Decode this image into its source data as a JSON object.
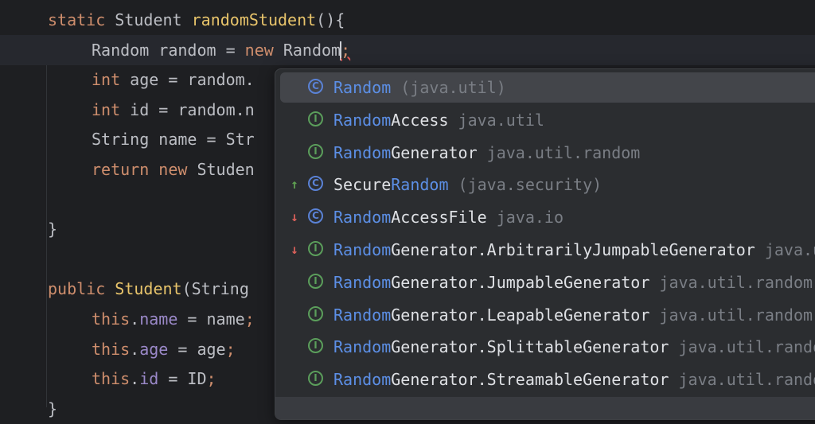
{
  "editor": {
    "lines": [
      {
        "tokens": [
          [
            "kw",
            "static "
          ],
          [
            "plain",
            "Student "
          ],
          [
            "fn",
            "randomStudent"
          ],
          [
            "plain",
            "(){"
          ]
        ]
      },
      {
        "tokens": [
          [
            "plain",
            "Random random = "
          ],
          [
            "kw",
            "new "
          ],
          [
            "plain",
            "Random"
          ]
        ],
        "caret_after": "Random",
        "trailing": ";",
        "current": true
      },
      {
        "tokens": [
          [
            "kw",
            "int "
          ],
          [
            "plain",
            "age = random."
          ]
        ]
      },
      {
        "tokens": [
          [
            "kw",
            "int "
          ],
          [
            "plain",
            "id = random.n"
          ]
        ]
      },
      {
        "tokens": [
          [
            "plain",
            "String name = Str"
          ]
        ]
      },
      {
        "tokens": [
          [
            "kw",
            "return "
          ],
          [
            "kw",
            "new "
          ],
          [
            "plain",
            "Studen"
          ]
        ]
      },
      {
        "tokens": []
      },
      {
        "tokens": [
          [
            "plain",
            "}"
          ]
        ]
      },
      {
        "tokens": []
      },
      {
        "tokens": [
          [
            "kw",
            "public "
          ],
          [
            "fn",
            "Student"
          ],
          [
            "plain",
            "(String"
          ]
        ]
      },
      {
        "tokens": [
          [
            "kw",
            "this"
          ],
          [
            "plain",
            "."
          ],
          [
            "fld",
            "name"
          ],
          [
            "plain",
            " = name"
          ],
          [
            "kw",
            ";"
          ]
        ]
      },
      {
        "tokens": [
          [
            "kw",
            "this"
          ],
          [
            "plain",
            "."
          ],
          [
            "fld",
            "age"
          ],
          [
            "plain",
            " = age"
          ],
          [
            "kw",
            ";"
          ]
        ]
      },
      {
        "tokens": [
          [
            "kw",
            "this"
          ],
          [
            "plain",
            "."
          ],
          [
            "fld",
            "id"
          ],
          [
            "plain",
            " = ID"
          ],
          [
            "kw",
            ";"
          ]
        ]
      },
      {
        "tokens": [
          [
            "plain",
            "}"
          ]
        ]
      }
    ],
    "line_indents": [
      60,
      115,
      115,
      115,
      115,
      115,
      115,
      60,
      60,
      60,
      115,
      115,
      115,
      60
    ],
    "colors": {
      "background": "#1e1f22",
      "keyword": "#cf8e6d",
      "function": "#e8c46b",
      "field": "#9b89c9",
      "text": "#bcbec4"
    }
  },
  "completion": {
    "items": [
      {
        "prio": "",
        "kind": "class",
        "kind_glyph": "C",
        "match": "Random",
        "rest": "",
        "pkg": "(java.util)",
        "selected": true
      },
      {
        "prio": "",
        "kind": "iface",
        "kind_glyph": "I",
        "match": "Random",
        "rest": "Access",
        "pkg": "java.util"
      },
      {
        "prio": "",
        "kind": "iface",
        "kind_glyph": "I",
        "match": "Random",
        "rest": "Generator",
        "pkg": "java.util.random"
      },
      {
        "prio": "up",
        "prio_glyph": "↑",
        "kind": "class",
        "kind_glyph": "C",
        "pre": "Secure",
        "match": "Random",
        "rest": "",
        "pkg": "(java.security)"
      },
      {
        "prio": "down",
        "prio_glyph": "↓",
        "kind": "class",
        "kind_glyph": "C",
        "match": "Random",
        "rest": "AccessFile",
        "pkg": "java.io"
      },
      {
        "prio": "down",
        "prio_glyph": "↓",
        "kind": "iface",
        "kind_glyph": "I",
        "match": "Random",
        "rest": "Generator.ArbitrarilyJumpableGenerator",
        "pkg": "java.util.random"
      },
      {
        "prio": "",
        "kind": "iface",
        "kind_glyph": "I",
        "match": "Random",
        "rest": "Generator.JumpableGenerator",
        "pkg": "java.util.random"
      },
      {
        "prio": "",
        "kind": "iface",
        "kind_glyph": "I",
        "match": "Random",
        "rest": "Generator.LeapableGenerator",
        "pkg": "java.util.random"
      },
      {
        "prio": "",
        "kind": "iface",
        "kind_glyph": "I",
        "match": "Random",
        "rest": "Generator.SplittableGenerator",
        "pkg": "java.util.random"
      },
      {
        "prio": "",
        "kind": "iface",
        "kind_glyph": "I",
        "match": "Random",
        "rest": "Generator.StreamableGenerator",
        "pkg": "java.util.random"
      }
    ],
    "colors": {
      "background": "#2b2d30",
      "selected": "#43454a",
      "match": "#5c8fe6",
      "class_icon": "#5a82d6",
      "interface_icon": "#5b9e5b",
      "up_arrow": "#5fa052",
      "down_arrow": "#d9605a"
    }
  }
}
